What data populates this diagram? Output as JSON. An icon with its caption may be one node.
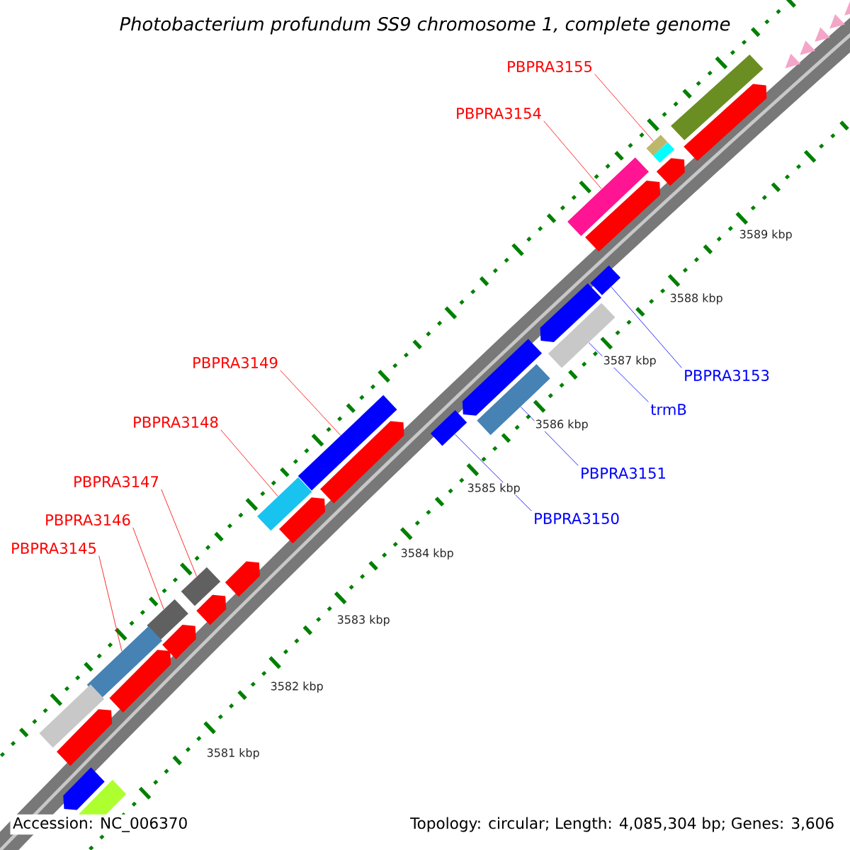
{
  "diagram": {
    "title": "Photobacterium profundum SS9 chromosome 1, complete genome",
    "nodes": [
      {
        "text": [
          "PBPRA3155"
        ]
      },
      {
        "text": [
          "PBPRA3154"
        ]
      },
      {
        "text": [
          "PBPRA3149"
        ]
      },
      {
        "text": [
          "PBPRA3148"
        ]
      },
      {
        "text": [
          "PBPRA3147"
        ]
      },
      {
        "text": [
          "PBPRA3146"
        ]
      },
      {
        "text": [
          "PBPRA3145"
        ]
      },
      {
        "text": [
          "PBPRA3153"
        ]
      },
      {
        "text": [
          "trmB"
        ]
      },
      {
        "text": [
          "PBPRA3151"
        ]
      },
      {
        "text": [
          "PBPRA3150"
        ]
      },
      {
        "text": [],
        "shape": "bar"
      },
      {
        "text": [],
        "shape": "bar"
      },
      {
        "text": [],
        "shape": "bar"
      },
      {
        "text": [],
        "shape": "bar"
      },
      {
        "text": [],
        "shape": "bar"
      },
      {
        "text": [],
        "shape": "bar"
      },
      {
        "text": [],
        "shape": "bar"
      },
      {
        "text": [],
        "shape": "bar"
      },
      {
        "text": [],
        "shape": "bar"
      },
      {
        "text": [],
        "shape": "bar"
      },
      {
        "text": [],
        "shape": "bar"
      },
      {
        "text": [],
        "shape": "bar"
      }
    ],
    "edges": [
      {
        "from": 0,
        "to": 11,
        "arrow": "none"
      },
      {
        "from": 1,
        "to": 12,
        "arrow": "none"
      },
      {
        "from": 7,
        "to": 13,
        "arrow": "none",
        "color": "#0000ff"
      },
      {
        "from": 8,
        "to": 14,
        "arrow": "none",
        "color": "#0000ff"
      },
      {
        "from": 9,
        "to": 15,
        "arrow": "none",
        "color": "#0000ff"
      },
      {
        "from": 10,
        "to": 16,
        "arrow": "none",
        "color": "#0000ff"
      },
      {
        "from": 2,
        "to": 17,
        "arrow": "none"
      },
      {
        "from": 3,
        "to": 18,
        "arrow": "none"
      },
      {
        "from": 4,
        "to": 19,
        "arrow": "none"
      },
      {
        "from": 5,
        "to": 20,
        "arrow": "none"
      },
      {
        "from": 6,
        "to": 21,
        "arrow": "none"
      }
    ],
    "labels": [
      "3589 kbp",
      "3588 kbp",
      "3587 kbp",
      "3586 kbp",
      "3585 kbp",
      "3584 kbp",
      "3583 kbp",
      "3582 kbp",
      "3581 kbp",
      "Accession: NC_006370",
      "Topology: circular; Length: 4,085,304 bp; Genes: 3,606"
    ]
  }
}
